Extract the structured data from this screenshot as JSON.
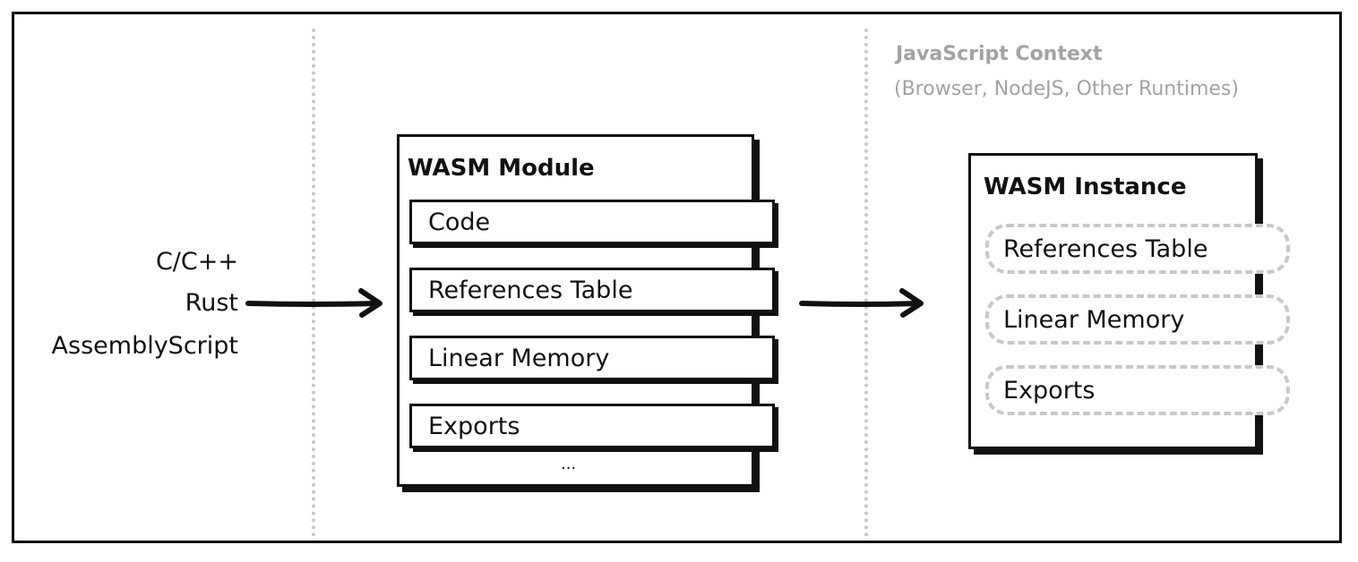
{
  "languages": [
    "C/C++",
    "Rust",
    "AssemblyScript"
  ],
  "context": {
    "title": "JavaScript Context",
    "subtitle": "(Browser, NodeJS, Other Runtimes)"
  },
  "module": {
    "title": "WASM Module",
    "items": [
      "Code",
      "References Table",
      "Linear Memory",
      "Exports"
    ],
    "more": "..."
  },
  "instance": {
    "title": "WASM Instance",
    "items": [
      "References Table",
      "Linear Memory",
      "Exports"
    ]
  },
  "colors": {
    "ink": "#111111",
    "muted": "#a3a3a3",
    "dash": "#c9c9c9"
  }
}
